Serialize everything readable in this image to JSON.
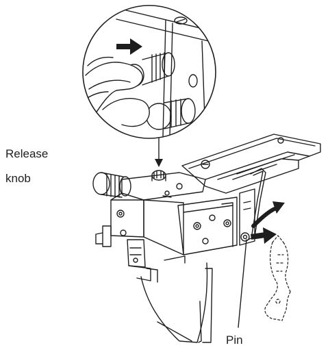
{
  "labels": {
    "release_knob_line1": "Release",
    "release_knob_line2": "knob",
    "pin": "Pin"
  },
  "colors": {
    "ink": "#1e1e1e",
    "background": "#ffffff"
  }
}
